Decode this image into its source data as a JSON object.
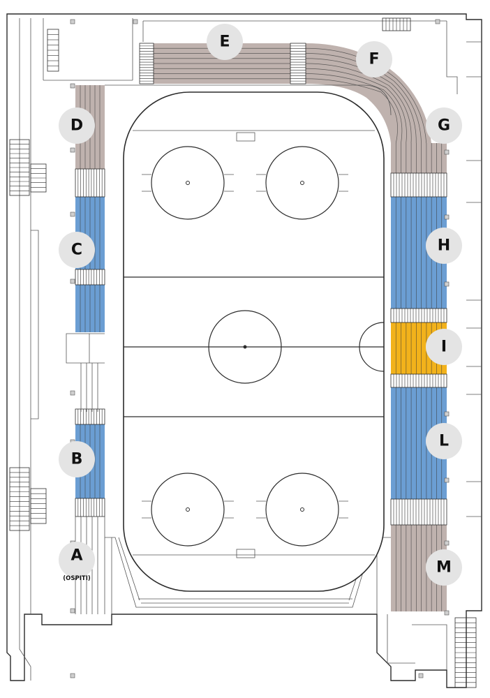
{
  "colors": {
    "standard": "#bfb2ae",
    "blue": "#6b9ed3",
    "highlight": "#f2b21b",
    "badge": "#e4e4e4",
    "ink": "#2b2b2b"
  },
  "sections": [
    {
      "id": "A",
      "label": "A",
      "sublabel": "(OSPITI)",
      "color": "none"
    },
    {
      "id": "B",
      "label": "B",
      "color": "blue"
    },
    {
      "id": "C",
      "label": "C",
      "color": "blue"
    },
    {
      "id": "D",
      "label": "D",
      "color": "standard"
    },
    {
      "id": "E",
      "label": "E",
      "color": "standard"
    },
    {
      "id": "F",
      "label": "F",
      "color": "standard"
    },
    {
      "id": "G",
      "label": "G",
      "color": "standard"
    },
    {
      "id": "H",
      "label": "H",
      "color": "blue"
    },
    {
      "id": "I",
      "label": "I",
      "color": "highlight"
    },
    {
      "id": "L",
      "label": "L",
      "color": "blue"
    },
    {
      "id": "M",
      "label": "M",
      "color": "standard"
    }
  ]
}
